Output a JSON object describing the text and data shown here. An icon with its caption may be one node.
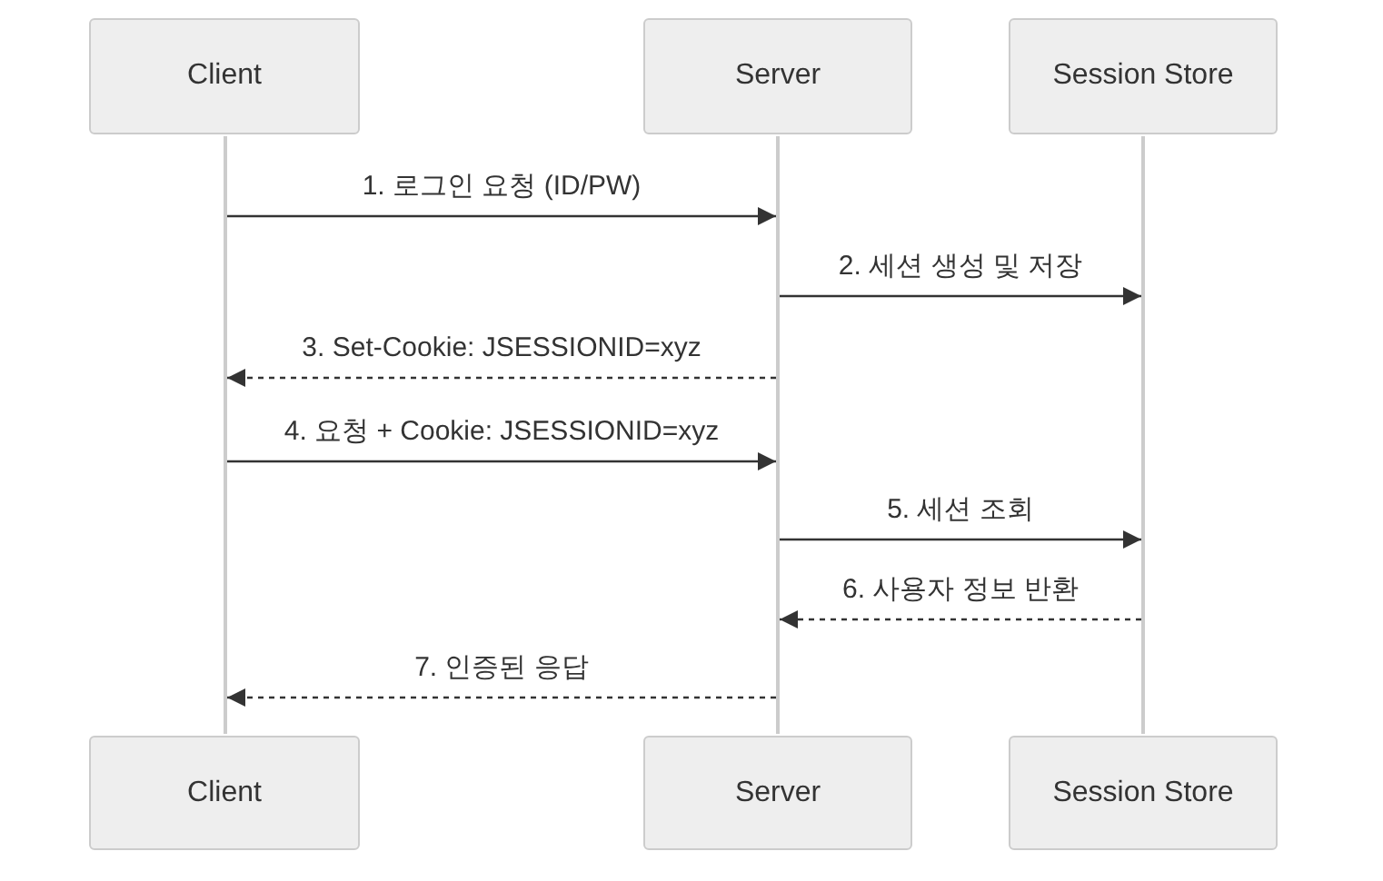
{
  "diagram": {
    "nodes": [
      {
        "text": [
          "Client"
        ]
      },
      {
        "text": [
          "Server"
        ]
      },
      {
        "text": [
          "Session Store"
        ]
      },
      {
        "text": [],
        "shape": "line"
      },
      {
        "text": [],
        "shape": "line"
      },
      {
        "text": [],
        "shape": "line"
      },
      {
        "text": [
          "Client"
        ]
      },
      {
        "text": [
          "Server"
        ]
      },
      {
        "text": [
          "Session Store"
        ]
      }
    ],
    "edges": [
      {
        "from": 3,
        "to": 4,
        "arrow": "to",
        "label": "1. 로그인 요청 (ID/PW)"
      },
      {
        "from": 4,
        "to": 5,
        "arrow": "to",
        "label": "2. 세션 생성 및 저장"
      },
      {
        "from": 4,
        "to": 3,
        "arrow": "to",
        "label": "3. Set-Cookie: JSESSIONID=xyz",
        "style": "dashed"
      },
      {
        "from": 3,
        "to": 4,
        "arrow": "to",
        "label": "4. 요청 + Cookie: JSESSIONID=xyz"
      },
      {
        "from": 4,
        "to": 5,
        "arrow": "to",
        "label": "5. 세션 조회"
      },
      {
        "from": 5,
        "to": 4,
        "arrow": "to",
        "label": "6. 사용자 정보 반환",
        "style": "dashed"
      },
      {
        "from": 4,
        "to": 3,
        "arrow": "to",
        "label": "7. 인증된 응답",
        "style": "dashed"
      }
    ]
  }
}
